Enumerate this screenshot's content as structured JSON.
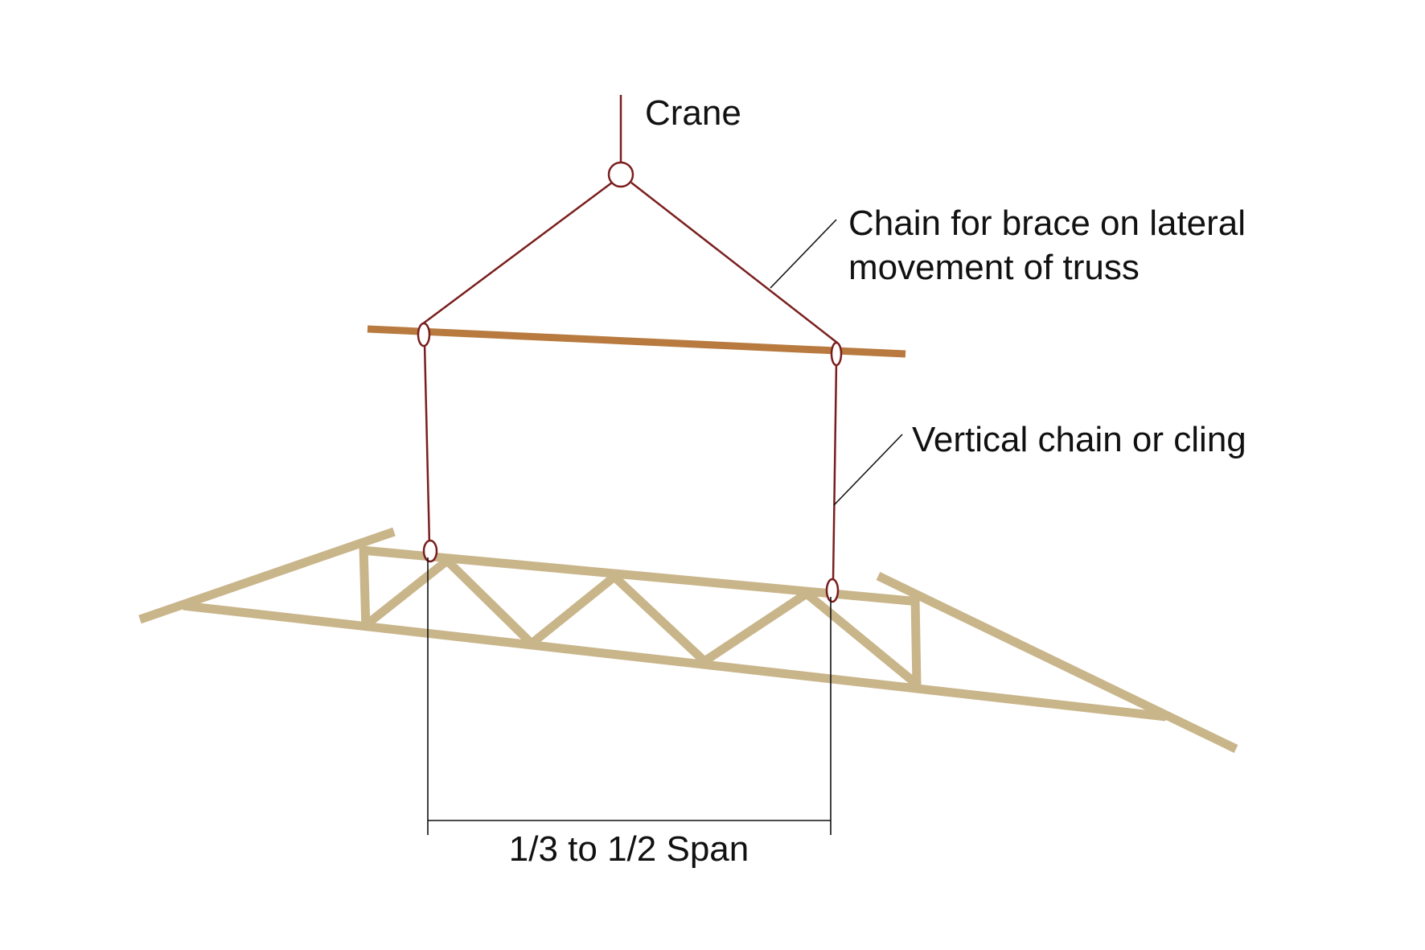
{
  "labels": {
    "crane": "Crane",
    "brace_chain_line1": "Chain for brace on lateral",
    "brace_chain_line2": "movement of truss",
    "vertical_chain": "Vertical chain or cling",
    "span": "1/3 to 1/2 Span"
  },
  "colors": {
    "chain": "#7a1e1e",
    "spreader_bar": "#b87a3e",
    "truss": "#c9b58a",
    "ink": "#111111"
  }
}
